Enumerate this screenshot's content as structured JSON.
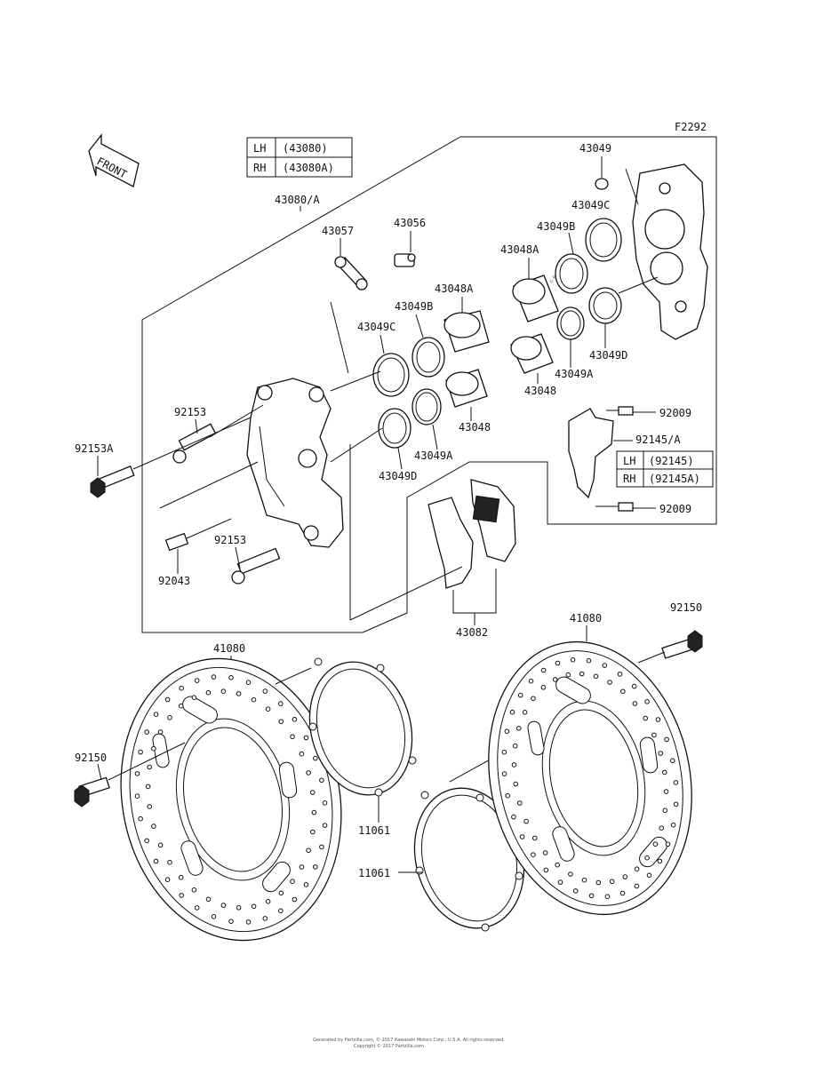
{
  "figure_code": "F2292",
  "direction_label": "FRONT",
  "watermark": "© Partzilla.com",
  "footer_line1": "Generated by Partzilla.com, © 2017 Kawasaki Motors Corp., U.S.A. All rights reserved.",
  "footer_line2": "Copyright © 2017 Partzilla.com",
  "variant_tables": {
    "caliper": [
      {
        "side": "LH",
        "part": "(43080)"
      },
      {
        "side": "RH",
        "part": "(43080A)"
      }
    ],
    "cover": [
      {
        "side": "LH",
        "part": "(92145)"
      },
      {
        "side": "RH",
        "part": "(92145A)"
      }
    ]
  },
  "callouts": {
    "caliper_assy": "43080/A",
    "bleeder": "43057",
    "bleeder_cap": "43056",
    "seal_43049": "43049",
    "seal_43049c_right": "43049C",
    "seal_43049b_right": "43049B",
    "piston_43048a_right": "43048A",
    "seal_43049d_right": "43049D",
    "seal_43049a_right": "43049A",
    "piston_43048_right": "43048",
    "piston_43048a_left": "43048A",
    "seal_43049b_left": "43049B",
    "seal_43049c_left": "43049C",
    "piston_43048_left": "43048",
    "seal_43049a_left": "43049A",
    "seal_43049d_left": "43049D",
    "bolt_92153_upper": "92153",
    "bolt_92153a": "92153A",
    "plug_92043": "92043",
    "bolt_92153_lower": "92153",
    "screw_92009_upper": "92009",
    "cover_92145": "92145/A",
    "screw_92009_lower": "92009",
    "pads": "43082",
    "disc_left": "41080",
    "disc_right": "41080",
    "bolt_92150_right": "92150",
    "bolt_92150_left": "92150",
    "shim_11061_upper": "11061",
    "shim_11061_lower": "11061"
  }
}
